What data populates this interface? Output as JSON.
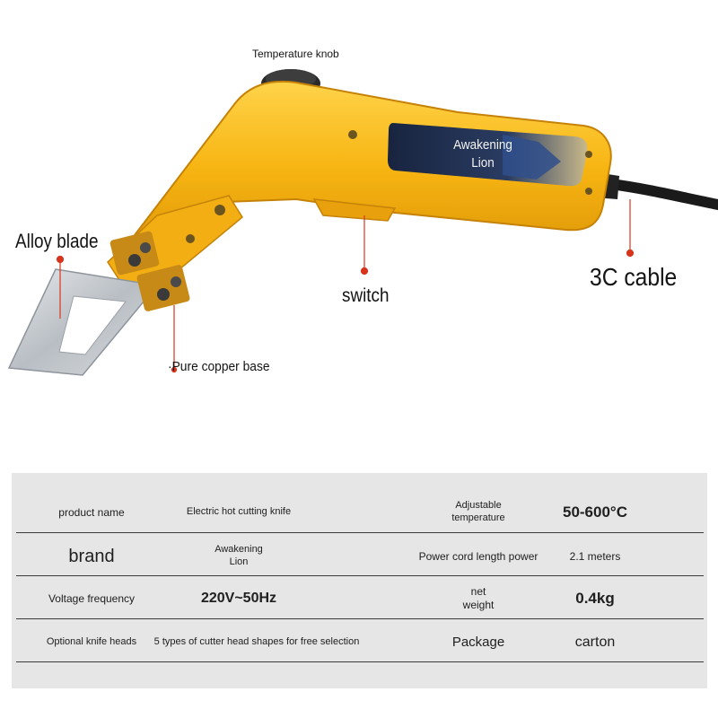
{
  "callouts": {
    "temperature_knob": "Temperature knob",
    "alloy_blade": "Alloy blade",
    "switch": "switch",
    "cable": "3C cable",
    "copper_base": "·Pure copper base"
  },
  "product_window": {
    "line1": "Awakening",
    "line2": "Lion"
  },
  "colors": {
    "body_yellow": "#f7b512",
    "body_shadow": "#d88f05",
    "window_dark": "#1e2d4d",
    "blade_steel": "#c4c8cc",
    "marker_red": "#d8341c",
    "panel_bg": "#e6e6e6"
  },
  "specs": [
    {
      "label": "product name",
      "value": "Electric hot cutting knife",
      "label2": [
        "Adjustable",
        "temperature"
      ],
      "value2": "50-600°C"
    },
    {
      "label": "brand",
      "value": [
        "Awakening",
        "Lion"
      ],
      "label2": "Power cord length power",
      "value2": "2.1 meters"
    },
    {
      "label": "Voltage frequency",
      "value": "220V~50Hz",
      "label2": [
        "net",
        "weight"
      ],
      "value2": "0.4kg"
    },
    {
      "label": "Optional knife heads",
      "value": "5 types of cutter head shapes for free selection",
      "label2": "Package",
      "value2": "carton"
    }
  ]
}
